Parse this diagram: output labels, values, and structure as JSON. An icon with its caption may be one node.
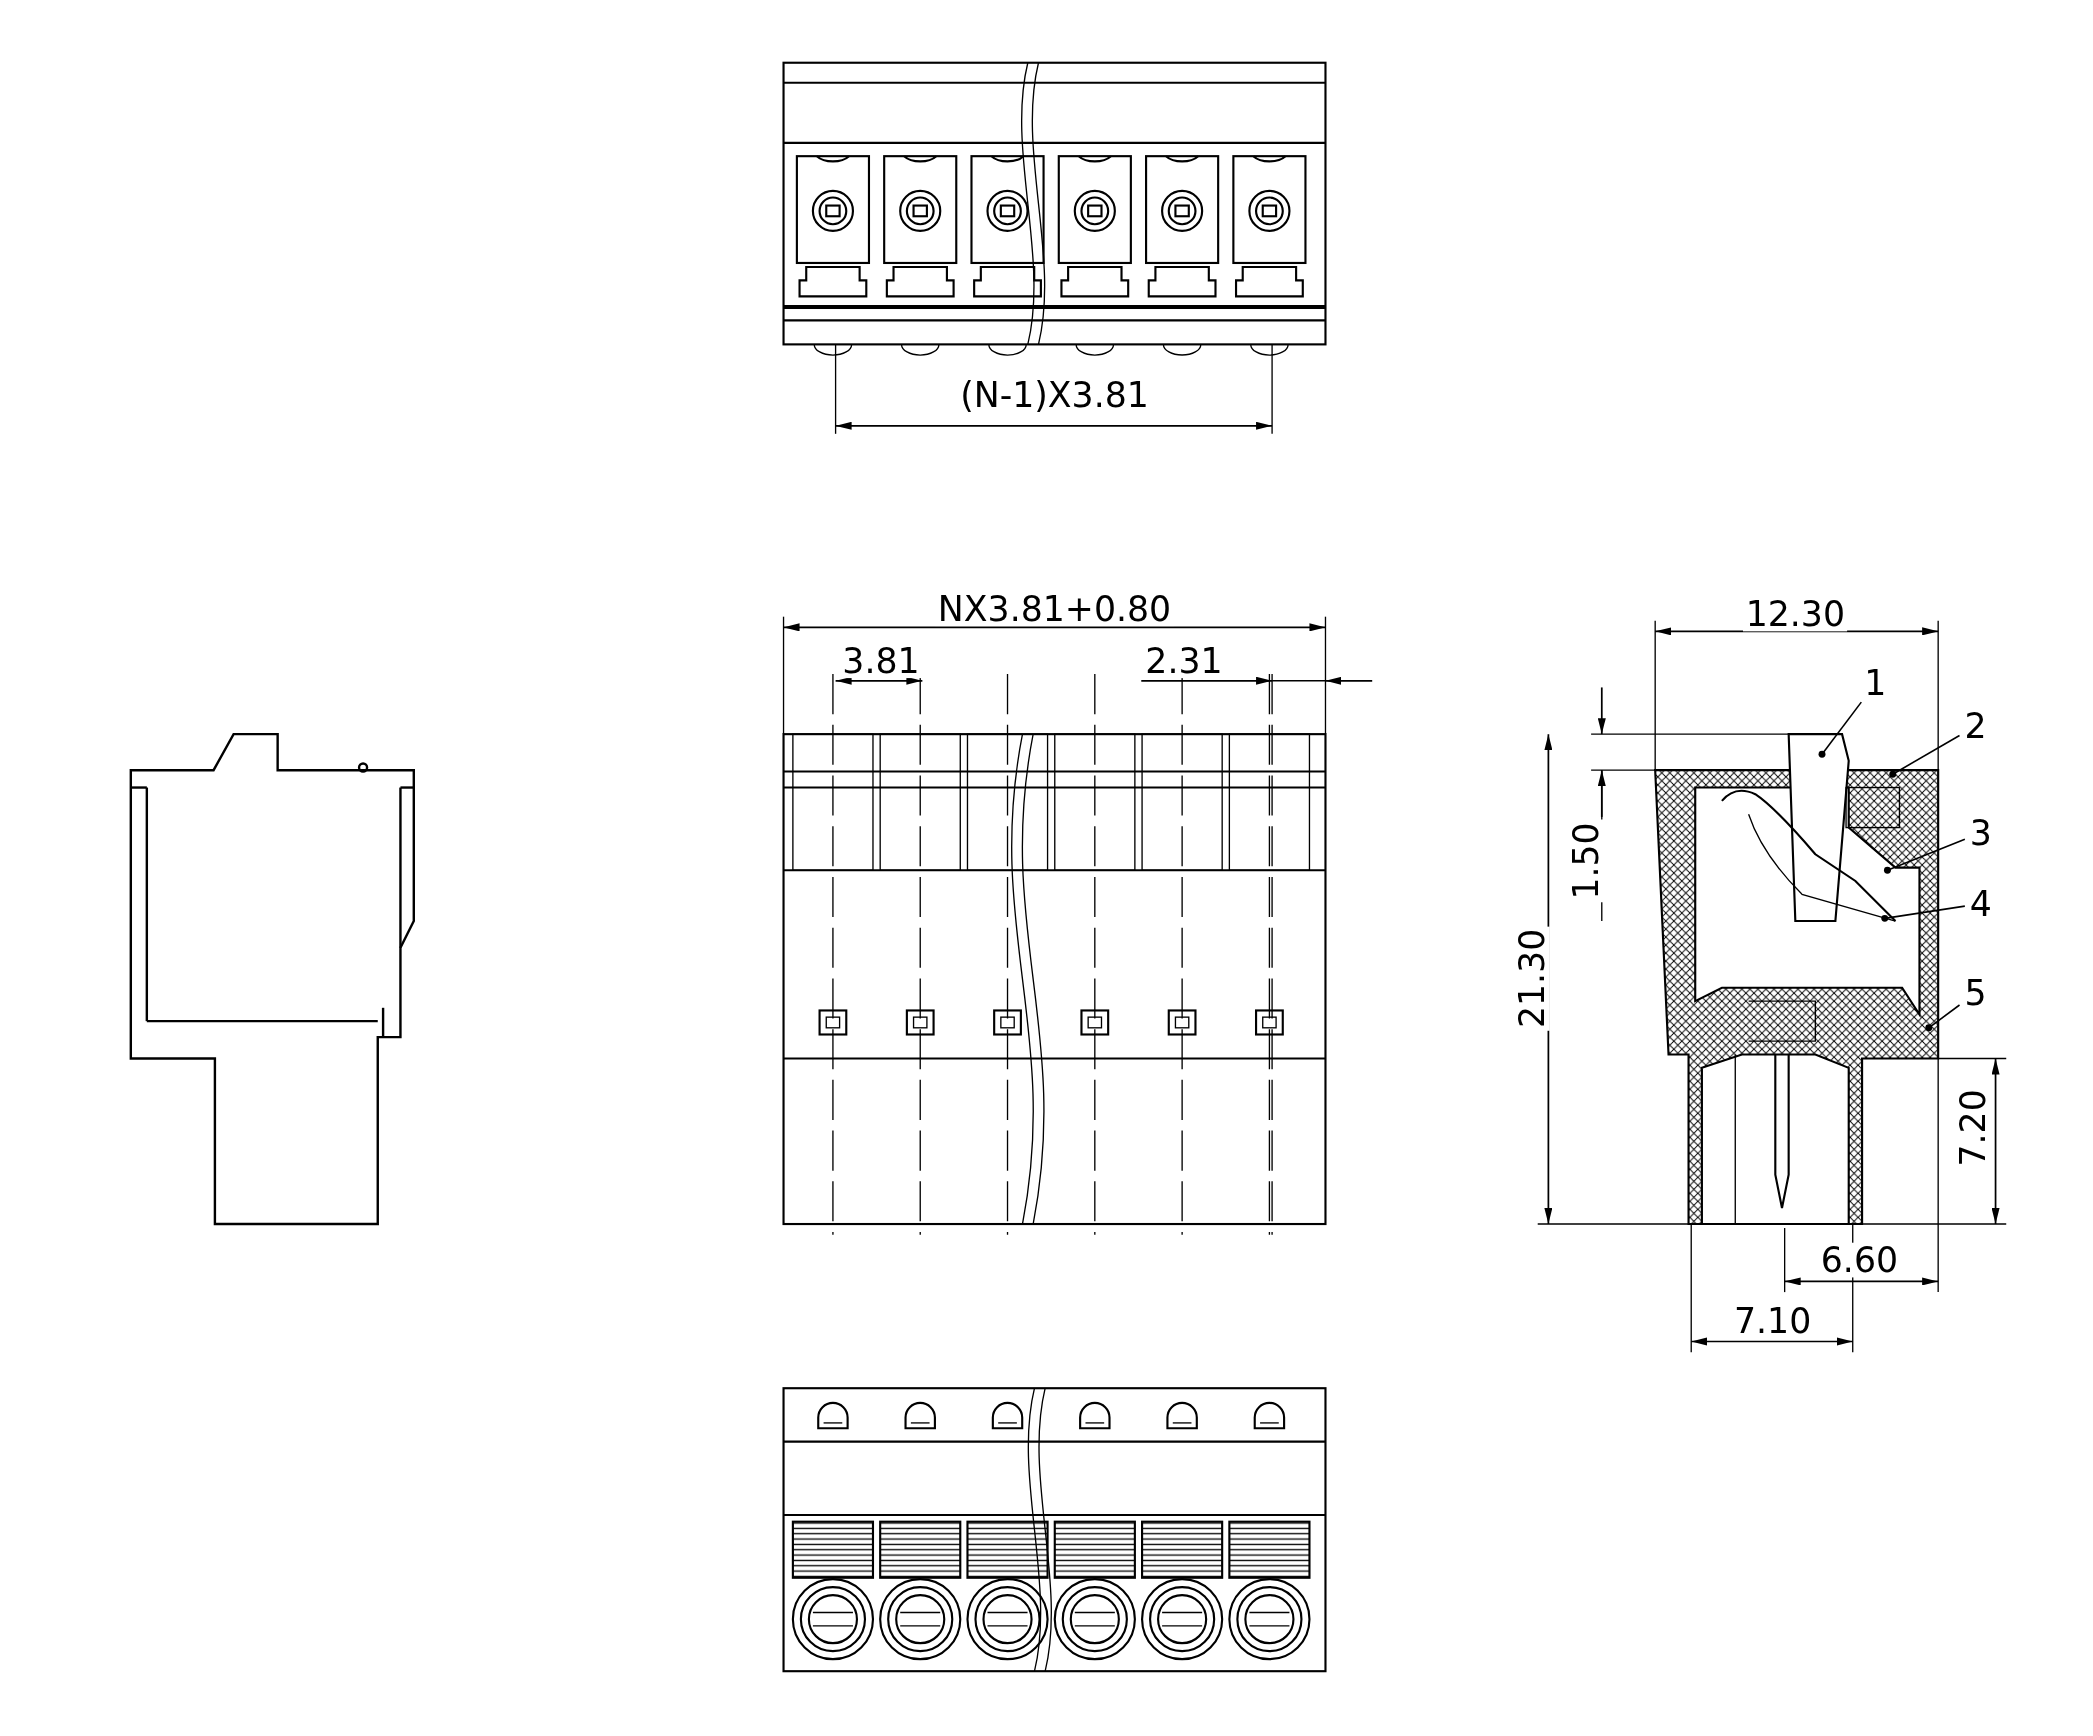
{
  "diagram": {
    "nodes": [
      {
        "text": [
          "1"
        ]
      },
      {
        "text": [
          "2"
        ]
      },
      {
        "text": [
          "3"
        ]
      },
      {
        "text": [
          "4"
        ]
      },
      {
        "text": [
          "5"
        ]
      }
    ],
    "edges": [
      {
        "from": 0,
        "to": null,
        "arrow": "other"
      },
      {
        "from": 1,
        "to": null,
        "arrow": "other"
      },
      {
        "from": 2,
        "to": null,
        "arrow": "other"
      },
      {
        "from": 3,
        "to": null,
        "arrow": "other"
      },
      {
        "from": 4,
        "to": null,
        "arrow": "other"
      }
    ],
    "labels": [
      "(N-1)X3.81",
      "NX3.81+0.80",
      "12.30",
      "3.81",
      "2.31",
      "1.50",
      "21.30",
      "7.20",
      "6.60",
      "7.10"
    ]
  }
}
